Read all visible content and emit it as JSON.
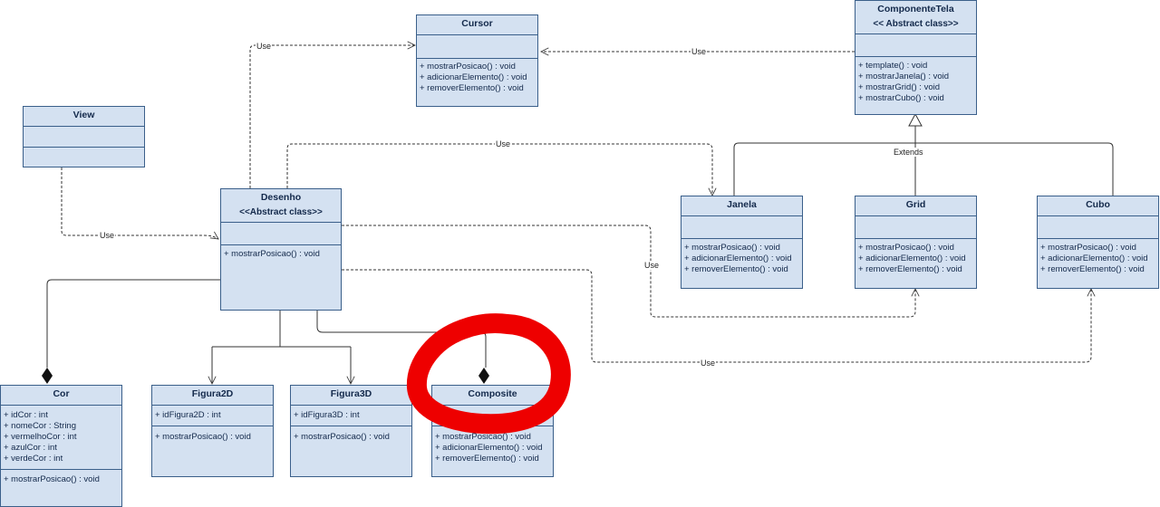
{
  "classes": {
    "cursor": {
      "name": "Cursor",
      "attributes": [],
      "methods": [
        "+ mostrarPosicao() : void",
        "+ adicionarElemento() : void",
        "+ removerElemento() : void"
      ]
    },
    "componentetela": {
      "name": "ComponenteTela",
      "stereotype": "<< Abstract class>>",
      "attributes": [],
      "methods": [
        "+ template() : void",
        "+ mostrarJanela() : void",
        "+ mostrarGrid() : void",
        "+ mostrarCubo() : void"
      ]
    },
    "view": {
      "name": "View",
      "attributes": [],
      "methods": []
    },
    "desenho": {
      "name": "Desenho",
      "stereotype": "<<Abstract class>>",
      "attributes": [],
      "methods": [
        "+ mostrarPosicao() : void"
      ]
    },
    "janela": {
      "name": "Janela",
      "attributes": [],
      "methods": [
        "+ mostrarPosicao() : void",
        "+ adicionarElemento() : void",
        "+ removerElemento() : void"
      ]
    },
    "grid": {
      "name": "Grid",
      "attributes": [],
      "methods": [
        "+ mostrarPosicao() : void",
        "+ adicionarElemento() : void",
        "+ removerElemento() : void"
      ]
    },
    "cubo": {
      "name": "Cubo",
      "attributes": [],
      "methods": [
        "+ mostrarPosicao() : void",
        "+ adicionarElemento() : void",
        "+ removerElemento() : void"
      ]
    },
    "cor": {
      "name": "Cor",
      "attributes": [
        "+ idCor : int",
        "+ nomeCor : String",
        "+ vermelhoCor : int",
        "+ azulCor : int",
        "+ verdeCor : int"
      ],
      "methods": [
        "+ mostrarPosicao() : void"
      ]
    },
    "figura2d": {
      "name": "Figura2D",
      "attributes": [
        "+ idFigura2D : int"
      ],
      "methods": [
        "+ mostrarPosicao() : void"
      ]
    },
    "figura3d": {
      "name": "Figura3D",
      "attributes": [
        "+ idFigura3D : int"
      ],
      "methods": [
        "+ mostrarPosicao() : void"
      ]
    },
    "composite": {
      "name": "Composite",
      "attributes": [],
      "methods": [
        "+ mostrarPosicao() : void",
        "+ adicionarElemento() : void",
        "+ removerElemento() : void"
      ]
    }
  },
  "labels": {
    "use": "Use",
    "extends": "Extends"
  },
  "colors": {
    "class_fill": "#d4e1f1",
    "class_border": "#3a5f8a",
    "highlight": "#ee0000"
  }
}
